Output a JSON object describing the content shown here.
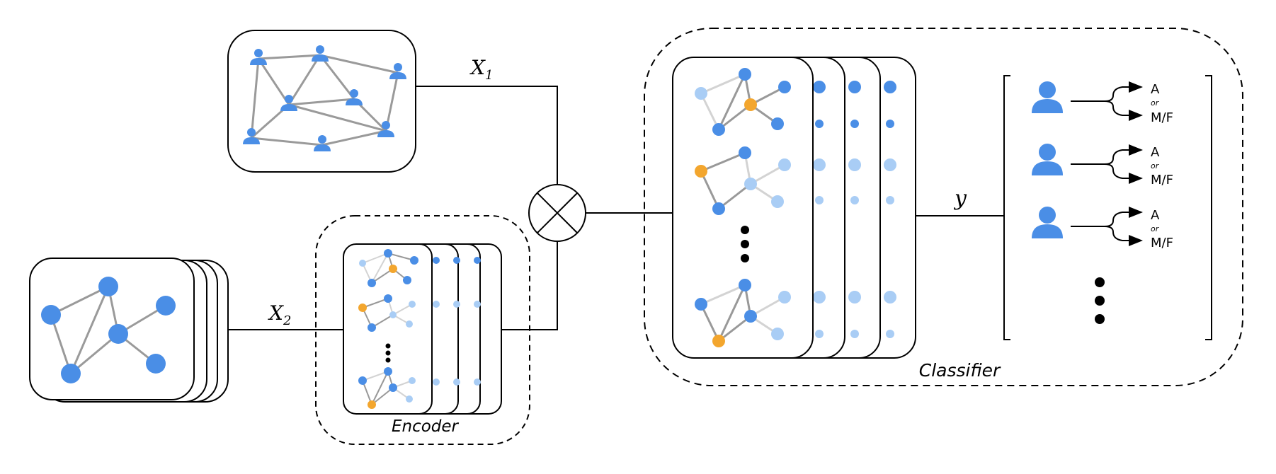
{
  "labels": {
    "x1": "X",
    "x1_sub": "1",
    "x2": "X",
    "x2_sub": "2",
    "y": "y",
    "encoder": "Encoder",
    "classifier": "Classifier"
  },
  "outputs": [
    {
      "top": "A",
      "middle": "or",
      "bottom": "M/F"
    },
    {
      "top": "A",
      "middle": "or",
      "bottom": "M/F"
    },
    {
      "top": "A",
      "middle": "or",
      "bottom": "M/F"
    }
  ],
  "colors": {
    "node_blue": "#4a8ee6",
    "node_light": "#a9cdf5",
    "node_orange": "#f3a62e",
    "edge_dark": "#999999",
    "edge_light": "#d3d3d3",
    "stroke": "#000000"
  },
  "icons": [
    "user-icon",
    "combine-operator-icon",
    "ellipsis-icon",
    "arrow-icon"
  ]
}
